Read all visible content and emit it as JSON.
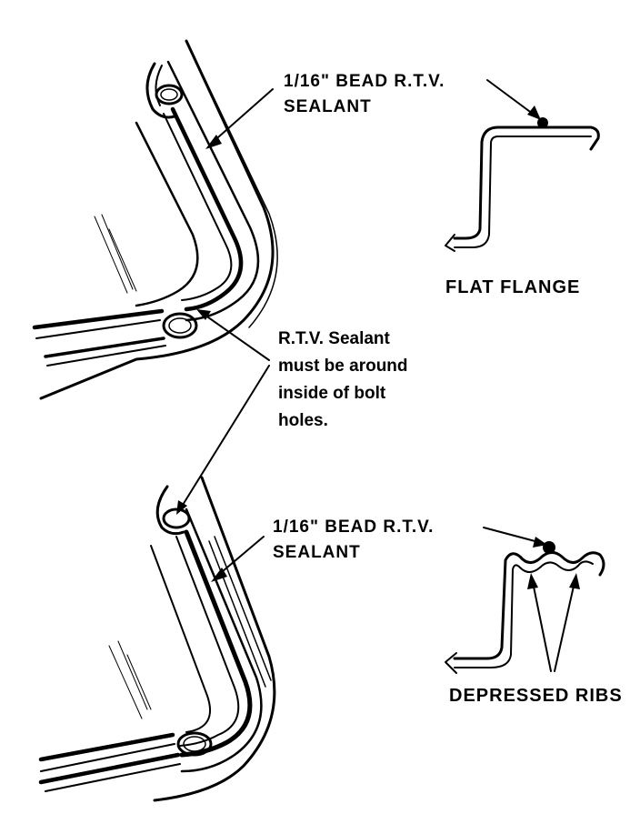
{
  "top_callout": {
    "line1": "1/16\" BEAD R.T.V.",
    "line2": "SEALANT"
  },
  "top_profile_label": "FLAT FLANGE",
  "middle_note": {
    "line1": "R.T.V. Sealant",
    "line2": "must be around",
    "line3": "inside of bolt",
    "line4": "holes."
  },
  "bottom_callout": {
    "line1": "1/16\" BEAD R.T.V.",
    "line2": "SEALANT"
  },
  "bottom_profile_label": "DEPRESSED RIBS",
  "colors": {
    "ink": "#000000",
    "paper": "#ffffff"
  }
}
